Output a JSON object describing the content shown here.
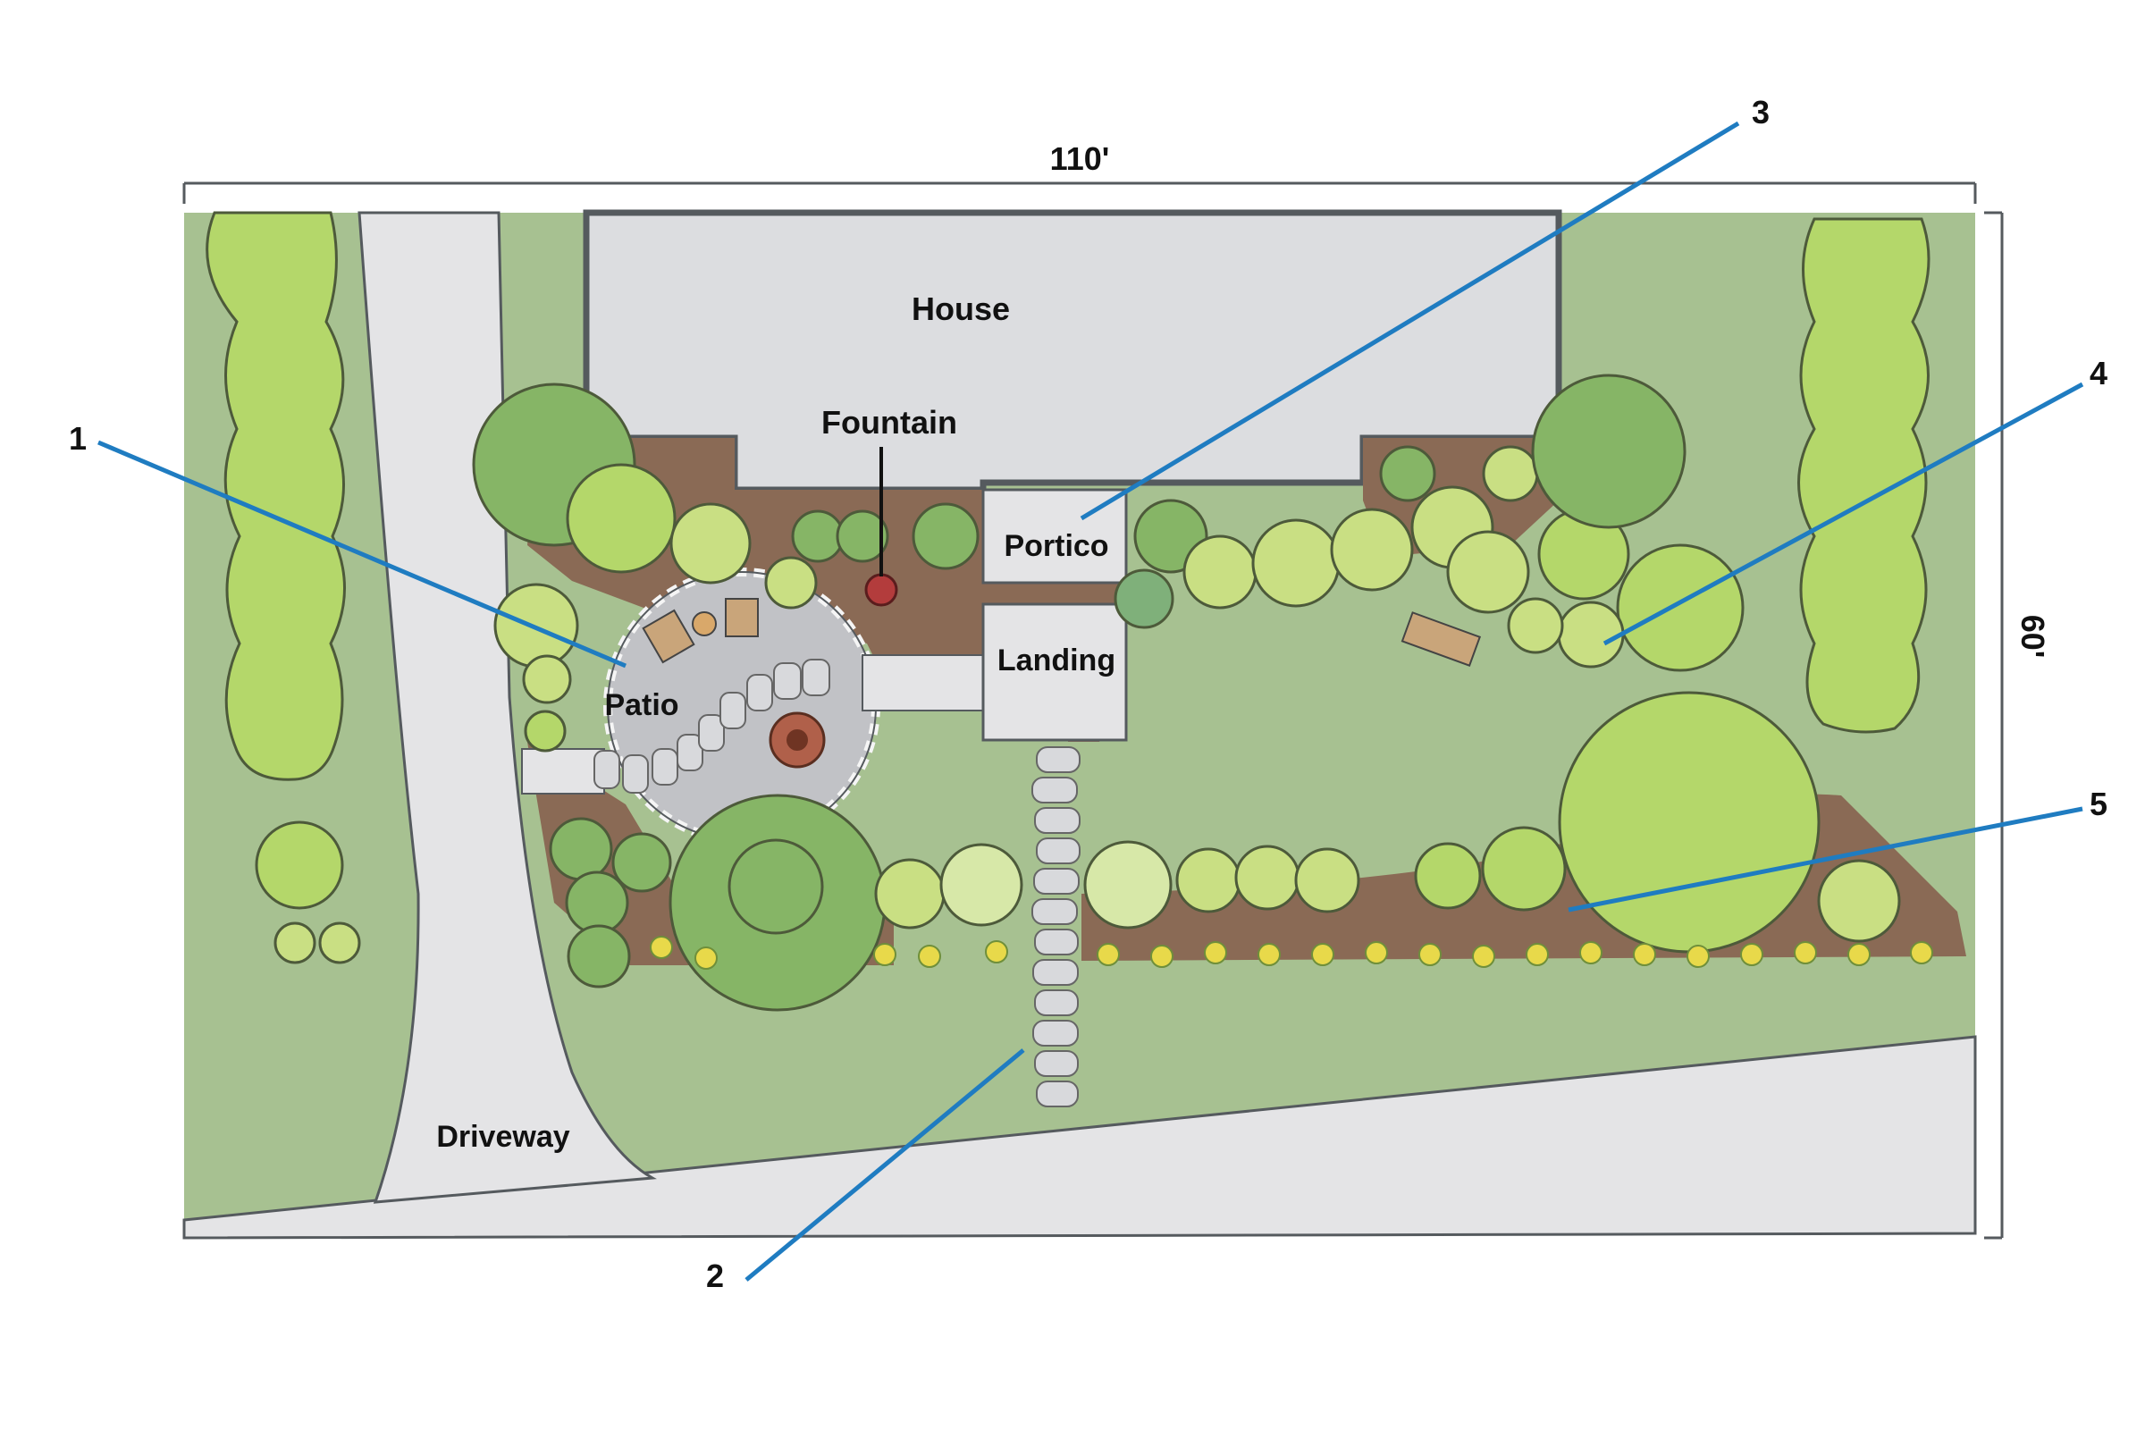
{
  "dimensions": {
    "width_label": "110'",
    "depth_label": "60'"
  },
  "areas": {
    "house": "House",
    "fountain": "Fountain",
    "portico": "Portico",
    "landing": "Landing",
    "patio": "Patio",
    "driveway": "Driveway"
  },
  "callouts": [
    "1",
    "2",
    "3",
    "4",
    "5"
  ],
  "colors": {
    "lawn": "#a7c191",
    "paving": "#e4e4e6",
    "house": "#dcdde0",
    "mulch": "#8a6a55",
    "patio": "#c1c2c6",
    "shrub_dark": "#86b566",
    "shrub_light": "#c9df83",
    "shrub_lime": "#b4d76a",
    "leader": "#1f7cc1",
    "outline": "#555a5e"
  }
}
